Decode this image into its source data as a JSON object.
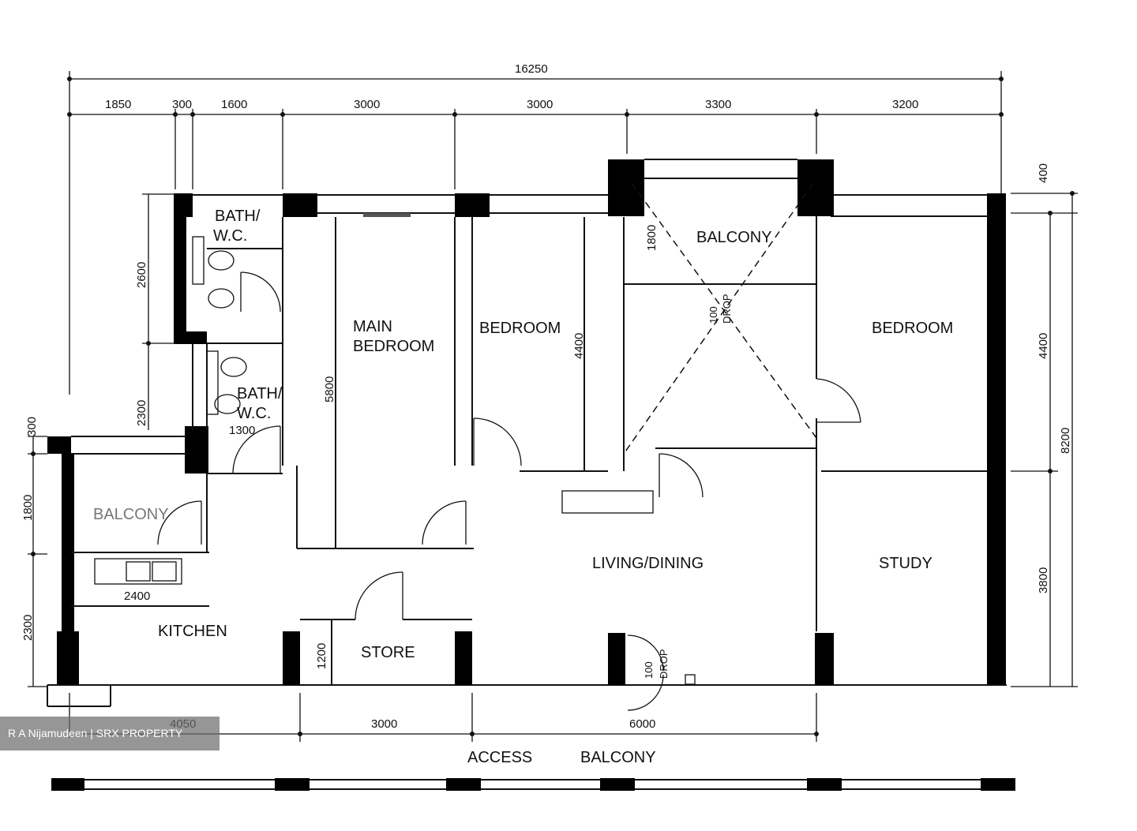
{
  "rooms": {
    "bath_wc_1": [
      "BATH/",
      "W.C."
    ],
    "bath_wc_2": [
      "BATH/",
      "W.C."
    ],
    "main_bedroom": [
      "MAIN",
      "BEDROOM"
    ],
    "bedroom_1": "BEDROOM",
    "bedroom_2": "BEDROOM",
    "balcony_top": "BALCONY",
    "balcony_left": "BALCONY",
    "living_dining": "LIVING/DINING",
    "study": "STUDY",
    "kitchen": "KITCHEN",
    "store": "STORE",
    "access_balcony": [
      "ACCESS",
      "BALCONY"
    ]
  },
  "annotations": {
    "drop_top": [
      "100",
      "DROP"
    ],
    "drop_bottom": [
      "100",
      "DROP"
    ]
  },
  "dimensions": {
    "overall_width": "16250",
    "top_row": [
      "1850",
      "300",
      "1600",
      "3000",
      "3000",
      "3300",
      "3200"
    ],
    "bottom_row": [
      "4050",
      "3000",
      "6000"
    ],
    "left_column": [
      "2600",
      "2300",
      "300",
      "1800",
      "2300"
    ],
    "right_column": [
      "400",
      "4400",
      "3800",
      "8200"
    ],
    "interior": {
      "bedroom_height": "4400",
      "main_bedroom_height": "5800",
      "balcony_depth": "1800",
      "bath_width": "1300",
      "kitchen_sink_width": "2400",
      "store_depth": "1200"
    }
  },
  "watermark": "R A Nijamudeen | SRX PROPERTY"
}
